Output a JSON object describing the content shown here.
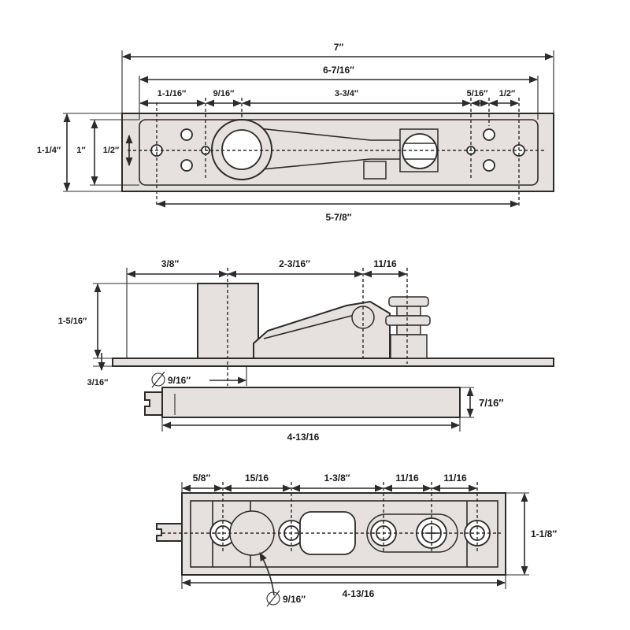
{
  "colors": {
    "line": "#2b2b2b",
    "fill": "#e6e1de",
    "background": "#ffffff"
  },
  "top_view": {
    "overall_length": "7″",
    "inner_length": "6-7/16″",
    "offset_1": "1-1/16″",
    "offset_2": "9/16″",
    "slot_length": "3-3/4″",
    "right_offset_1": "5/16″",
    "right_offset_2": "1/2″",
    "height_outer": "1-1/4″",
    "height_mid": "1″",
    "height_inner": "1/2″",
    "hole_span": "5-7/8″"
  },
  "side_view": {
    "top_left": "3/8″",
    "top_mid": "2-3/16″",
    "top_right": "11/16",
    "height": "1-5/16″",
    "plate_thickness": "3/16″",
    "pivot_diameter": "9/16″",
    "box_depth": "7/16″",
    "box_length": "4-13/16"
  },
  "bottom_view": {
    "seg_1": "5/8″",
    "seg_2": "15/16",
    "seg_3": "1-3/8″",
    "seg_4": "11/16",
    "seg_5": "11/16",
    "width": "1-1/8″",
    "length": "4-13/16",
    "hole_diameter": "9/16″"
  }
}
